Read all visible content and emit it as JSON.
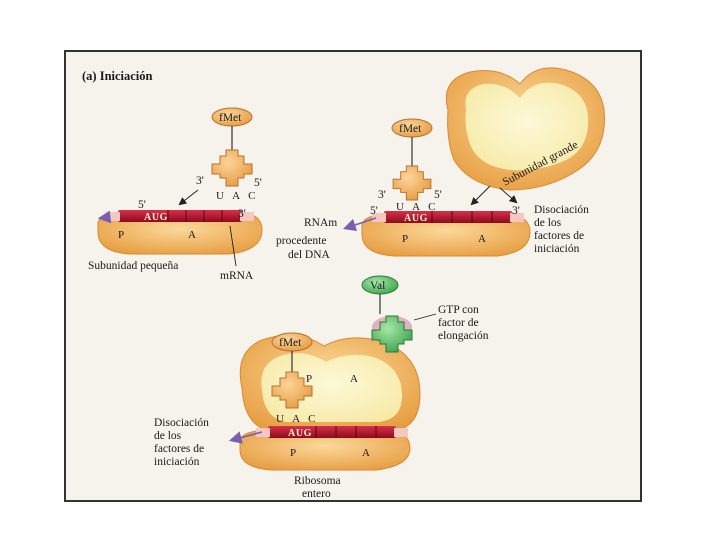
{
  "title": "(a) Iniciación",
  "panel1": {
    "amino_acid": "fMet",
    "anticodon": "U A C",
    "end3": "3'",
    "end5": "5'",
    "mrna_5": "5'",
    "mrna_3": "3'",
    "codon": "AUG",
    "site_p": "P",
    "site_a": "A",
    "label_small_subunit": "Subunidad pequeña",
    "label_mrna": "mRNA"
  },
  "panel2": {
    "amino_acid": "fMet",
    "anticodon": "U A C",
    "end3": "3'",
    "end5": "5'",
    "mrna_5": "5'",
    "mrna_3": "3'",
    "codon": "AUG",
    "site_p": "P",
    "site_a": "A",
    "label_large_subunit": "Subunidad grande",
    "label_mrna_source": [
      "RNAm",
      "procedente",
      "del DNA"
    ],
    "label_dissociation": [
      "Disociación",
      "de los",
      "factores de",
      "iniciación"
    ]
  },
  "panel3": {
    "amino_acid": "fMet",
    "incoming_amino_acid": "Val",
    "anticodon": "U A C",
    "codon": "AUG",
    "site_p_top": "P",
    "site_a_top": "A",
    "site_p": "P",
    "site_a": "A",
    "label_gtp": [
      "GTP con",
      "factor de",
      "elongación"
    ],
    "label_dissociation": [
      "Disociación",
      "de los",
      "factores de",
      "iniciación"
    ],
    "label_ribosome": [
      "Ribosoma",
      "entero"
    ]
  },
  "colors": {
    "subunit_orange": "#f1b45c",
    "subunit_light": "#fbf4c4",
    "mrna_red": "#b8152a",
    "trna_orange": "#f0b060",
    "trna_green": "#5cc06a",
    "arrow_purple": "#7a5fb0"
  }
}
